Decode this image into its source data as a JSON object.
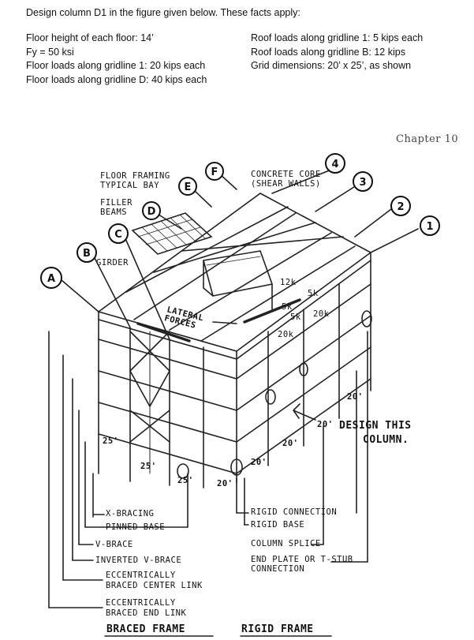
{
  "intro": "Design column D1 in the figure given below.  These facts apply:",
  "facts_left": [
    "Floor height of each floor:  14’",
    "Fy = 50 ksi",
    "Floor loads along gridline 1: 20 kips each",
    "Floor loads along gridline D: 40 kips each"
  ],
  "facts_right": [
    "Roof loads along gridline 1: 5 kips each",
    "Roof loads along gridline B:  12 kips",
    "Grid dimensions:  20’ x 25’, as shown"
  ],
  "chapter": "Chapter 10",
  "figure": {
    "gridlines_letters": [
      "A",
      "B",
      "C",
      "D",
      "E",
      "F"
    ],
    "gridlines_numbers": [
      "4",
      "3",
      "2",
      "1"
    ],
    "labels": {
      "floor_framing": "FLOOR FRAMING",
      "typical_bay": "TYPICAL BAY",
      "filler": "FILLER",
      "beams": "BEAMS",
      "girder": "GIRDER",
      "concrete_core": "CONCRETE CORE",
      "shear_walls": "(SHEAR WALLS)",
      "lateral": "LATERAL",
      "forces": "FORCES",
      "design_this": "DESIGN THIS",
      "column": "COLUMN."
    },
    "loads": [
      "12k",
      "5k",
      "5k",
      "5k",
      "20k",
      "20k"
    ],
    "dims": [
      "25'",
      "25'",
      "25'",
      "20'",
      "20'",
      "20'",
      "20'",
      "20'"
    ],
    "legend_left": [
      "X-BRACING",
      "PINNED BASE",
      "V-BRACE",
      "INVERTED V-BRACE",
      "ECCENTRICALLY",
      "BRACED CENTER LINK",
      "ECCENTRICALLY",
      "BRACED END LINK"
    ],
    "legend_right": [
      "RIGID CONNECTION",
      "RIGID BASE",
      "COLUMN SPLICE",
      "END PLATE OR T-STUB",
      "CONNECTION"
    ],
    "footer_left": "BRACED FRAME",
    "footer_right": "RIGID FRAME"
  }
}
